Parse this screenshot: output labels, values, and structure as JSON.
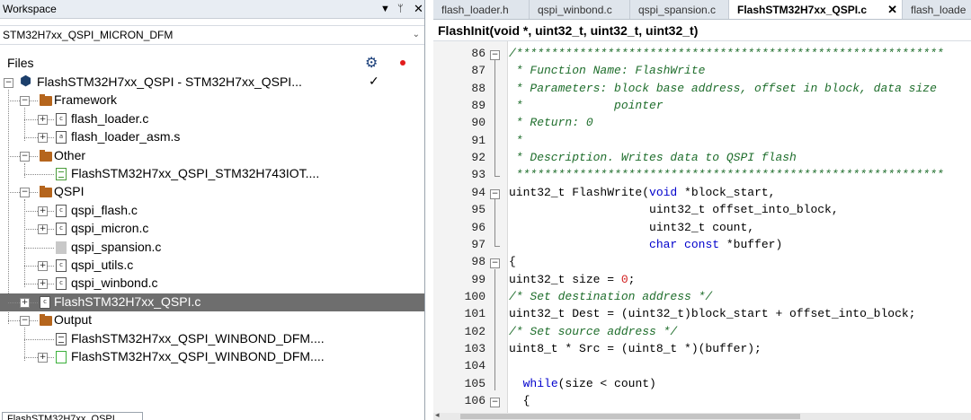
{
  "workspace": {
    "title": "Workspace",
    "selected_config": "STM32H7xx_QSPI_MICRON_DFM",
    "files_label": "Files",
    "icons": {
      "title_buttons": [
        "dropdown-icon",
        "pin-icon",
        "close-icon"
      ],
      "gear": "gear-icon",
      "status_dot": "red-dot-icon"
    },
    "tree": [
      {
        "label": "FlashSTM32H7xx_QSPI - STM32H7xx_QSPI...",
        "icon": "project-icon",
        "check": "✓",
        "level": 0,
        "expander": "−"
      },
      {
        "label": "Framework",
        "icon": "folder-icon",
        "level": 1,
        "expander": "−"
      },
      {
        "label": "flash_loader.c",
        "icon": "c-file-icon",
        "level": 2,
        "expander": "+"
      },
      {
        "label": "flash_loader_asm.s",
        "icon": "s-file-icon",
        "level": 2,
        "expander": "+"
      },
      {
        "label": "Other",
        "icon": "folder-icon",
        "level": 1,
        "expander": "−"
      },
      {
        "label": "FlashSTM32H7xx_QSPI_STM32H743IOT....",
        "icon": "doc-green-icon",
        "level": 2,
        "expander": ""
      },
      {
        "label": "QSPI",
        "icon": "folder-icon",
        "level": 1,
        "expander": "−"
      },
      {
        "label": "qspi_flash.c",
        "icon": "c-file-icon",
        "level": 2,
        "expander": "+"
      },
      {
        "label": "qspi_micron.c",
        "icon": "c-file-icon",
        "level": 2,
        "expander": "+"
      },
      {
        "label": "qspi_spansion.c",
        "icon": "excluded-file-icon",
        "level": 2,
        "expander": ""
      },
      {
        "label": "qspi_utils.c",
        "icon": "c-file-icon",
        "level": 2,
        "expander": "+"
      },
      {
        "label": "qspi_winbond.c",
        "icon": "c-file-icon",
        "level": 2,
        "expander": "+"
      },
      {
        "label": "FlashSTM32H7xx_QSPI.c",
        "icon": "c-file-icon",
        "level": 1,
        "expander": "+",
        "selected": true
      },
      {
        "label": "Output",
        "icon": "folder-icon",
        "level": 1,
        "expander": "−"
      },
      {
        "label": "FlashSTM32H7xx_QSPI_WINBOND_DFM....",
        "icon": "doc-icon",
        "level": 2,
        "expander": ""
      },
      {
        "label": "FlashSTM32H7xx_QSPI_WINBOND_DFM....",
        "icon": "doc-outline-green-icon",
        "level": 2,
        "expander": "+"
      }
    ],
    "bottom_tab": "FlashSTM32H7xx_QSPI"
  },
  "editor": {
    "tabs": [
      {
        "label": "flash_loader.h",
        "active": false
      },
      {
        "label": "qspi_winbond.c",
        "active": false
      },
      {
        "label": "qspi_spansion.c",
        "active": false
      },
      {
        "label": "FlashSTM32H7xx_QSPI.c",
        "active": true,
        "close": "✕"
      },
      {
        "label": "flash_loade",
        "active": false
      }
    ],
    "function_signature": "FlashInit(void *, uint32_t, uint32_t, uint32_t)",
    "lines": [
      {
        "n": "86",
        "fold": "−",
        "parts": [
          [
            "cm",
            "/*************************************************************"
          ]
        ]
      },
      {
        "n": "87",
        "parts": [
          [
            "cm",
            " * Function Name: FlashWrite"
          ]
        ]
      },
      {
        "n": "88",
        "parts": [
          [
            "cm",
            " * Parameters: block base address, offset in block, data size"
          ]
        ]
      },
      {
        "n": "89",
        "parts": [
          [
            "cm",
            " *             pointer"
          ]
        ]
      },
      {
        "n": "90",
        "parts": [
          [
            "cm",
            " * Return: 0"
          ]
        ]
      },
      {
        "n": "91",
        "parts": [
          [
            "cm",
            " *"
          ]
        ]
      },
      {
        "n": "92",
        "parts": [
          [
            "cm",
            " * Description. Writes data to QSPI flash"
          ]
        ]
      },
      {
        "n": "93",
        "fold_end": true,
        "parts": [
          [
            "cm",
            " *************************************************************"
          ]
        ]
      },
      {
        "n": "94",
        "fold": "−",
        "parts": [
          [
            "",
            "uint32_t FlashWrite("
          ],
          [
            "kw",
            "void"
          ],
          [
            "",
            " *block_start,"
          ]
        ]
      },
      {
        "n": "95",
        "parts": [
          [
            "",
            "                    uint32_t offset_into_block,"
          ]
        ]
      },
      {
        "n": "96",
        "parts": [
          [
            "",
            "                    uint32_t count,"
          ]
        ]
      },
      {
        "n": "97",
        "fold_end": true,
        "parts": [
          [
            "",
            "                    "
          ],
          [
            "kw",
            "char const"
          ],
          [
            "",
            " *buffer)"
          ]
        ]
      },
      {
        "n": "98",
        "fold": "−",
        "parts": [
          [
            "",
            "{"
          ]
        ]
      },
      {
        "n": "99",
        "parts": [
          [
            "",
            "uint32_t size = "
          ],
          [
            "num",
            "0"
          ],
          [
            "",
            ";"
          ]
        ]
      },
      {
        "n": "100",
        "parts": [
          [
            "cm",
            "/* Set destination address */"
          ]
        ]
      },
      {
        "n": "101",
        "parts": [
          [
            "",
            "uint32_t Dest = (uint32_t)block_start + offset_into_block;"
          ]
        ]
      },
      {
        "n": "102",
        "parts": [
          [
            "cm",
            "/* Set source address */"
          ]
        ]
      },
      {
        "n": "103",
        "parts": [
          [
            "",
            "uint8_t * Src = (uint8_t *)(buffer);"
          ]
        ]
      },
      {
        "n": "104",
        "parts": [
          [
            "",
            ""
          ]
        ]
      },
      {
        "n": "105",
        "parts": [
          [
            "",
            "  "
          ],
          [
            "kw",
            "while"
          ],
          [
            "",
            "(size < count)"
          ]
        ]
      },
      {
        "n": "106",
        "fold": "−",
        "parts": [
          [
            "",
            "  {"
          ]
        ]
      }
    ]
  }
}
